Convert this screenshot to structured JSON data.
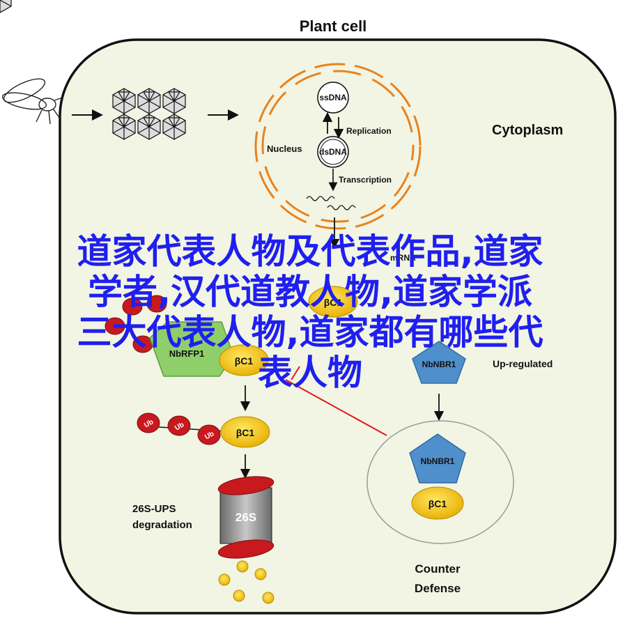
{
  "title": "Plant cell",
  "cytoplasm_label": "Cytoplasm",
  "nucleus": {
    "label": "Nucleus",
    "ssdna": "ssDNA",
    "dsdna": "dsDNA",
    "replication": "Replication",
    "transcription": "Transcription",
    "mrna_partial": "mRNA"
  },
  "proteins": {
    "bc1_top": "βC1",
    "nbrfp1": "NbRFP1",
    "bc1_mid": "βC1",
    "bc1_ub": "βC1",
    "nbnbr1_top": "NbNBR1",
    "nbnbr1_bottom": "NbNBR1",
    "bc1_bottom": "βC1",
    "ub": "Ub"
  },
  "labels": {
    "up_regulated": "Up-regulated",
    "proteasome": "26S",
    "ups_line1": "26S-UPS",
    "ups_line2": "degradation",
    "counter_line1": "Counter",
    "counter_line2": "Defense"
  },
  "overlay_text": [
    "道家代表人物及代表作品,道家",
    "学者,汉代道教人物,道家学派",
    "三大代表人物,道家都有哪些代",
    "表人物"
  ],
  "colors": {
    "cell_fill": "#f2f5e3",
    "cell_stroke": "#111111",
    "orange": "#e8821e",
    "yellow": "#f2c200",
    "ub_red": "#c8191e",
    "green": "#8fcf6a",
    "blue": "#4f8fcc",
    "overlay": "#1f1ff0"
  }
}
